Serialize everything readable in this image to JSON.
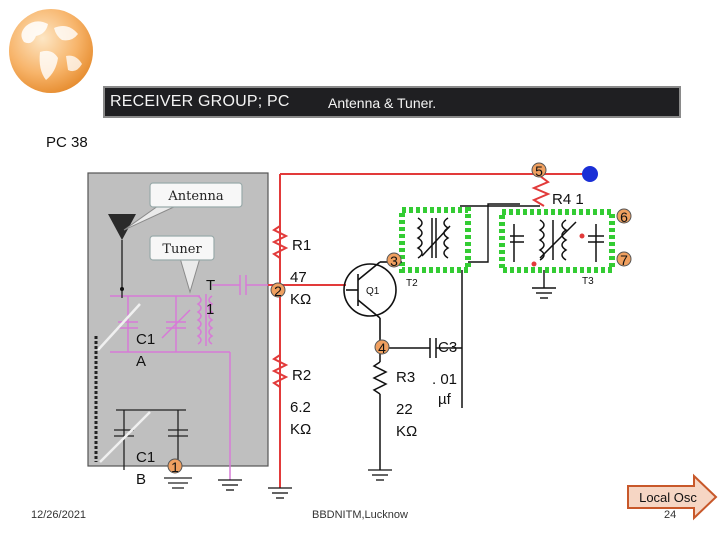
{
  "header": {
    "left_title": "RECEIVER GROUP;  PC",
    "right_title": "Antenna & Tuner."
  },
  "code": "PC 38",
  "footer": {
    "date": "12/26/2021",
    "center": "BBDNITM,Lucknow",
    "page": "24"
  },
  "nav": {
    "next_label": "Local Osc"
  },
  "callouts": {
    "antenna": "Antenna",
    "tuner": "Tuner"
  },
  "labels": {
    "t1_t": "T",
    "t1_1": "1",
    "c1a_1": "C1",
    "c1a_2": "A",
    "c1b_1": "C1",
    "c1b_2": "B",
    "r1": "R1",
    "r1_val_1": "47",
    "r1_val_2": "KΩ",
    "r2": "R2",
    "r2_val_1": "6.2",
    "r2_val_2": "KΩ",
    "r3": "R3",
    "r3_val_1": "22",
    "r3_val_2": "KΩ",
    "c3": "C3",
    "c3_val_1": ". 01",
    "c3_val_2": "µf",
    "q1": "Q1",
    "t2": "T2",
    "t3": "T3",
    "r4": "R4  1"
  },
  "nodes": [
    "1",
    "2",
    "3",
    "4",
    "5",
    "6",
    "7"
  ],
  "colors": {
    "header_bg": "#1f1f22",
    "panel_bg": "#bfbfbf",
    "red_wire": "#e23a3a",
    "magenta_wire": "#d77ad7",
    "green_can": "#33cc33",
    "node_fill": "#f0a060",
    "blue_node": "#1a2fd6"
  },
  "icons": {
    "globe": "globe-icon",
    "arrow": "next-arrow-icon"
  }
}
